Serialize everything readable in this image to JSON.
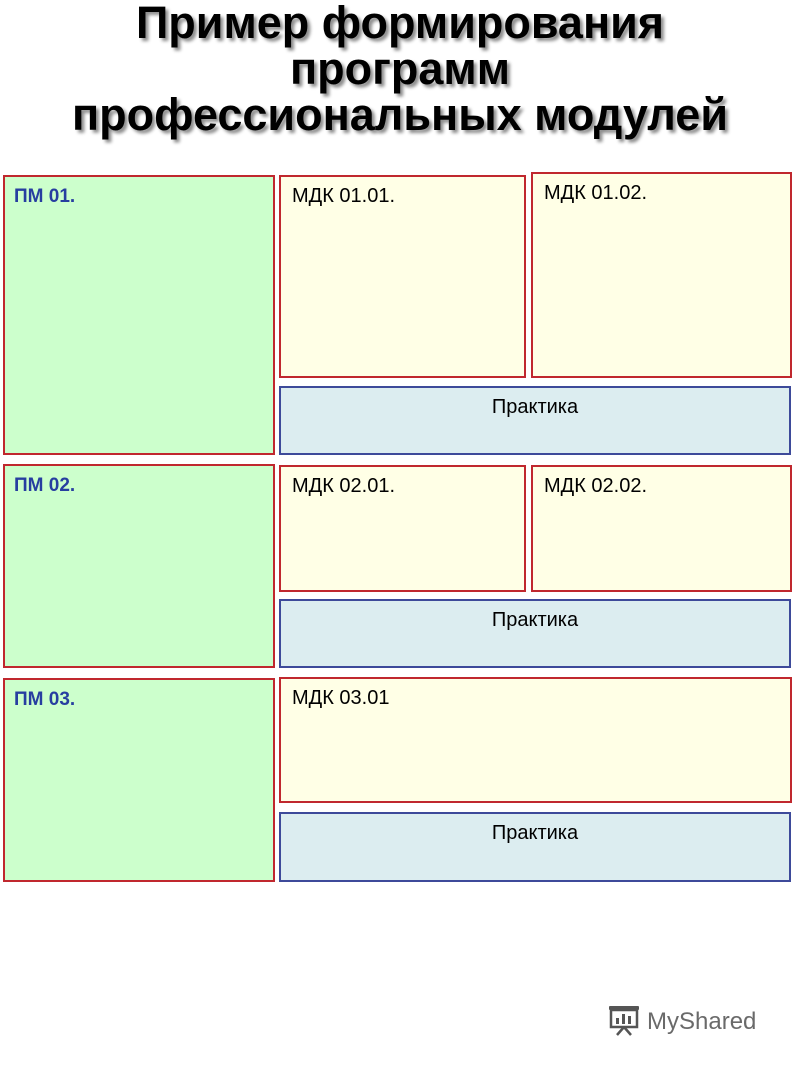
{
  "title": "Пример формирования программ профессиональных модулей",
  "modules": [
    {
      "pm_label": "ПМ 01.",
      "mdk": [
        "МДК 01.01.",
        "МДК 01.02."
      ],
      "practice_label": "Практика"
    },
    {
      "pm_label": "ПМ 02.",
      "mdk": [
        "МДК 02.01.",
        "МДК 02.02."
      ],
      "practice_label": "Практика"
    },
    {
      "pm_label": "ПМ 03.",
      "mdk": [
        "МДК 03.01"
      ],
      "practice_label": "Практика"
    }
  ],
  "watermark": {
    "text": "MyShared",
    "icon": "presentation-board-icon"
  },
  "colors": {
    "pm_fill": "#ccffcc",
    "mdk_fill": "#ffffe6",
    "practice_fill": "#dcedf0",
    "red_border": "#c0282e",
    "blue_border": "#3d4a9a",
    "pm_text": "#273ea0"
  }
}
